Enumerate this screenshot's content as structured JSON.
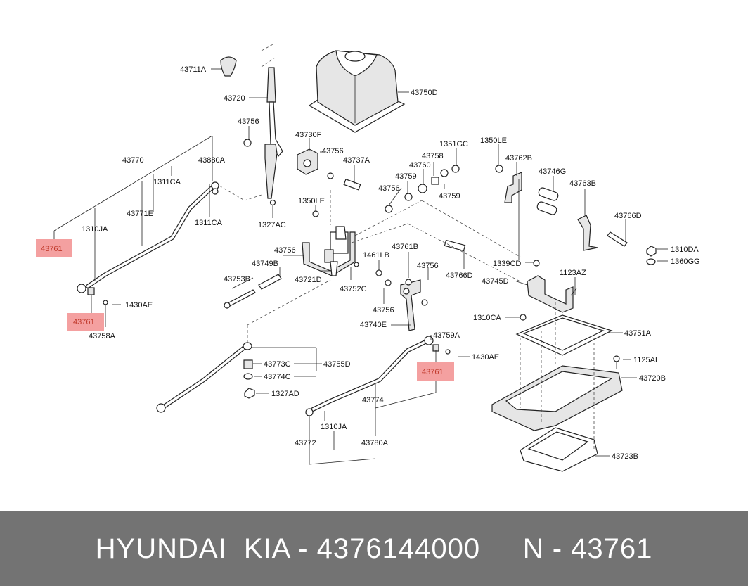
{
  "labels": {
    "l43711A": "43711A",
    "l43720": "43720",
    "l43756a": "43756",
    "l43770": "43770",
    "l43880A": "43880A",
    "l1311CAa": "1311CA",
    "l43771E": "43771E",
    "l1311CAb": "1311CA",
    "l1310JAa": "1310JA",
    "l43761a": "43761",
    "l43761b": "43761",
    "l1430AEa": "1430AE",
    "l43758A": "43758A",
    "l1327AC": "1327AC",
    "l43730F": "43730F",
    "l43756b": "43756",
    "l43737A": "43737A",
    "l1350LEa": "1350LE",
    "l43750D": "43750D",
    "l1351GC": "1351GC",
    "l43758": "43758",
    "l43760": "43760",
    "l43759a": "43759",
    "l43756c": "43756",
    "l43759b": "43759",
    "l1350LEb": "1350LE",
    "l43762B": "43762B",
    "l43746G": "43746G",
    "l43763B": "43763B",
    "l43766Da": "43766D",
    "l1310DA": "1310DA",
    "l1360GG": "1360GG",
    "l43756d": "43756",
    "l43749B": "43749B",
    "l43753B": "43753B",
    "l43721D": "43721D",
    "l43752C": "43752C",
    "l1461LB": "1461LB",
    "l43761B": "43761B",
    "l43756e": "43756",
    "l43766Db": "43766D",
    "l1339CD": "1339CD",
    "l1123AZ": "1123AZ",
    "l43745D": "43745D",
    "l43756f": "43756",
    "l43740E": "43740E",
    "l1310CA": "1310CA",
    "l43751A": "43751A",
    "l43759A": "43759A",
    "l1430AEb": "1430AE",
    "l43761c": "43761",
    "l43773C": "43773C",
    "l43755D": "43755D",
    "l43774C": "43774C",
    "l1327AD": "1327AD",
    "l1125AL": "1125AL",
    "l43720B": "43720B",
    "l43774": "43774",
    "l1310JAb": "1310JA",
    "l43772": "43772",
    "l43780A": "43780A",
    "l43723B": "43723B"
  },
  "colors": {
    "highlight": "#f4a0a0",
    "footer_bg": "#737373",
    "footer_text": "#ffffff"
  },
  "footer": {
    "caption": "HYUNDAI  KIA - 4376144000     N - 43761"
  }
}
